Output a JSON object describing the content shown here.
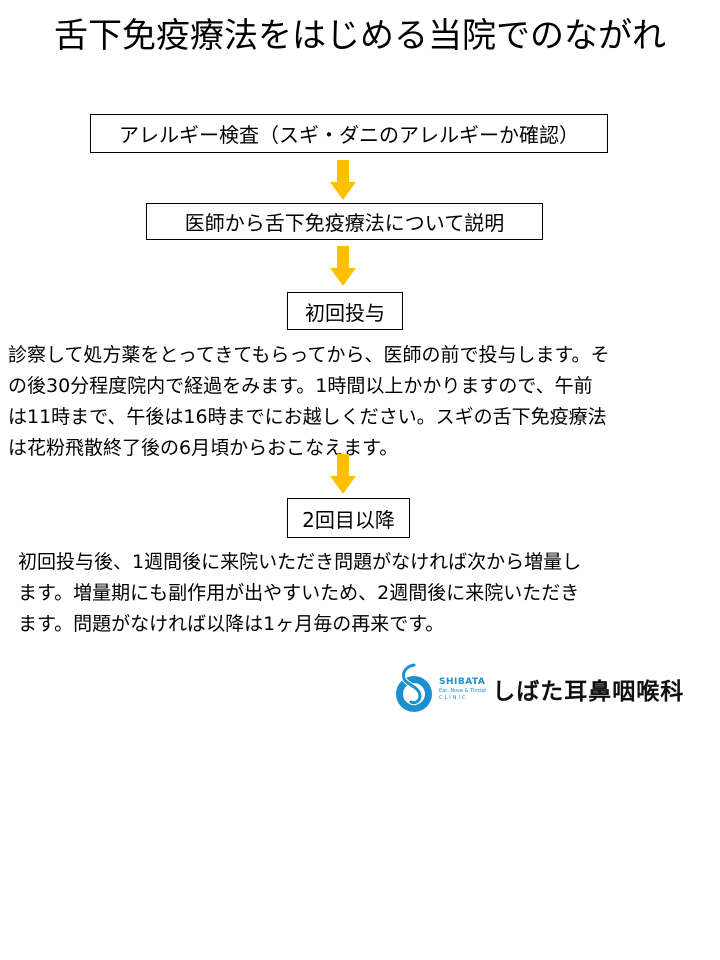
{
  "title": "舌下免疫療法をはじめる当院でのながれ",
  "steps": [
    "アレルギー検査（スギ・ダニのアレルギーか確認）",
    "医師から舌下免疫療法について説明",
    "初回投与",
    "2回目以降"
  ],
  "first_dose_lines": [
    "診察して処方薬をとってきてもらってから、医師の前で投与します。そ",
    "の後30分程度院内で経過をみます。1時間以上かかりますので、午前",
    "は11時まで、午後は16時までにお越しください。スギの舌下免疫療法",
    "は花粉飛散終了後の6月頃からおこなえます。"
  ],
  "second_dose_lines": [
    "初回投与後、1週間後に来院いただき問題がなければ次から増量し",
    "ます。増量期にも副作用が出やすいため、2週間後に来院いただき",
    "ます。問題がなければ以降は1ヶ月毎の再来です。"
  ],
  "logo": {
    "name_en": "SHIBATA",
    "tagline_en": "Ear, Nose & Throat",
    "tagline_en2": "CLINIC",
    "name_jp": "しばた耳鼻咽喉科"
  },
  "colors": {
    "arrow": "#FFC000",
    "logo_blue": "#1C8FCF"
  }
}
